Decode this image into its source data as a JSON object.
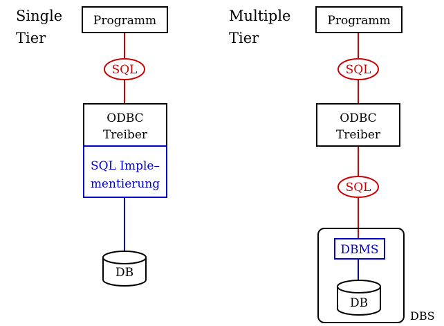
{
  "single_tier": {
    "title_line1": "Single",
    "title_line2": "Tier",
    "programm": "Programm",
    "sql": "SQL",
    "odbc_line1": "ODBC",
    "odbc_line2": "Treiber",
    "impl_line1": "SQL Imple–",
    "impl_line2": "mentierung",
    "db": "DB"
  },
  "multiple_tier": {
    "title_line1": "Multiple",
    "title_line2": "Tier",
    "programm": "Programm",
    "sql_top": "SQL",
    "odbc_line1": "ODBC",
    "odbc_line2": "Treiber",
    "sql_bottom": "SQL",
    "dbms": "DBMS",
    "db": "DB",
    "dbs_label": "DBS"
  },
  "colors": {
    "black": "#000000",
    "red": "#cc0000",
    "blue": "#0000cc"
  }
}
